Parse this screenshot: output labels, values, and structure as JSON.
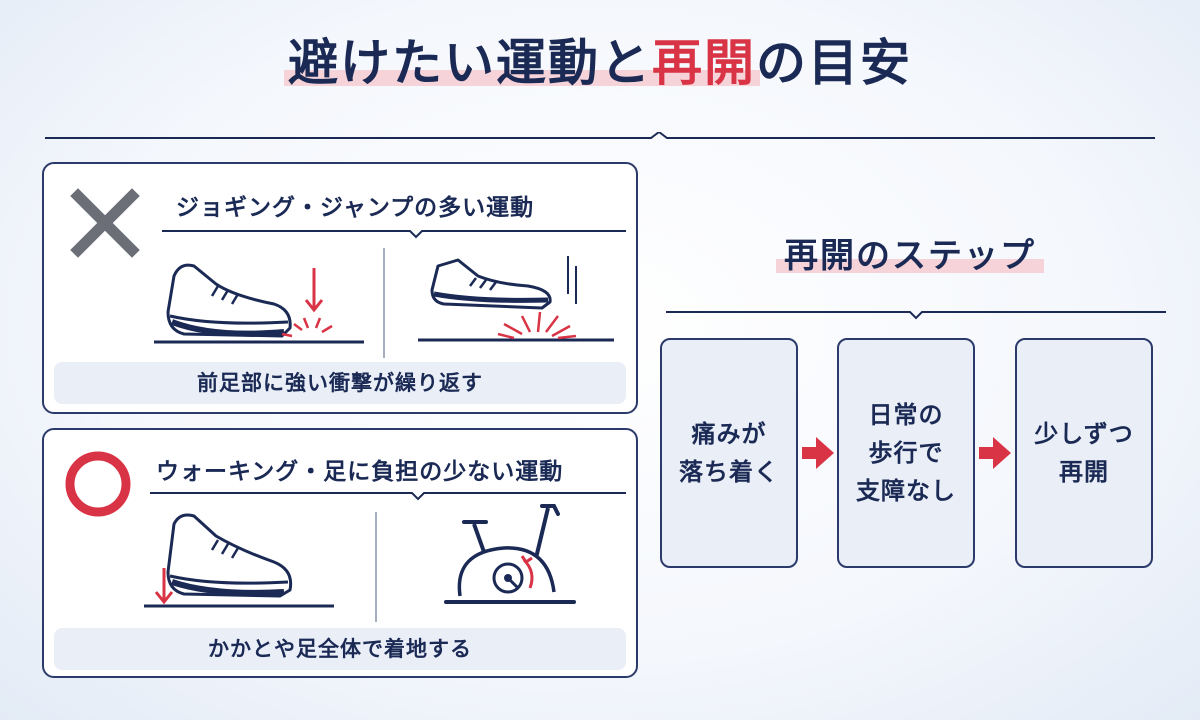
{
  "title": {
    "part1": "避けたい運動と",
    "accent": "再開",
    "part2": "の目安"
  },
  "avoid_section": {
    "mark_icon": "cross-icon",
    "mark_color": "#6b6e76",
    "heading": "ジョギング・ジャンプの多い運動",
    "caption": "前足部に強い衝撃が繰り返す",
    "illustrations": [
      "sneaker-forefoot-impact-icon",
      "sneaker-jump-impact-icon"
    ]
  },
  "recommended_section": {
    "mark_icon": "circle-icon",
    "mark_color": "#d93446",
    "heading": "ウォーキング・足に負担の少ない運動",
    "caption": "かかとや足全体で着地する",
    "illustrations": [
      "sneaker-heel-landing-icon",
      "exercise-bike-icon"
    ]
  },
  "steps": {
    "title": "再開のステップ",
    "items": [
      {
        "lines": [
          "痛みが",
          "落ち着く"
        ]
      },
      {
        "lines": [
          "日常の",
          "歩行で",
          "支障なし"
        ]
      },
      {
        "lines": [
          "少しずつ",
          "再開"
        ]
      }
    ],
    "arrow_icon": "arrow-right-icon"
  },
  "colors": {
    "navy": "#1b2a55",
    "accent_red": "#d93446",
    "highlight_pink": "#f6d3d8",
    "panel_blue": "#e9eef7",
    "cross_gray": "#6b6e76"
  }
}
